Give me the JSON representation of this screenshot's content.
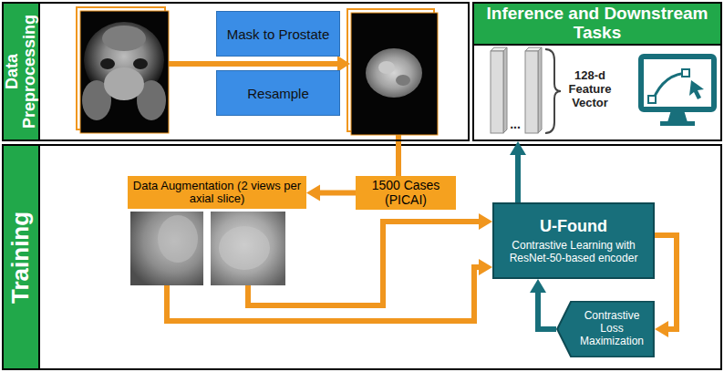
{
  "diagram": {
    "nodes": [
      {
        "text": [
          "Data Preprocessing"
        ]
      },
      {
        "text": [
          "Mask to Prostate"
        ],
        "in": 0
      },
      {
        "text": [
          "Resample"
        ],
        "in": 0
      },
      {
        "text": [
          "Inference and Downstream Tasks"
        ]
      },
      {
        "text": [
          "Training"
        ]
      },
      {
        "text": [
          "1500 Cases (PICAI)"
        ],
        "in": 4
      },
      {
        "text": [
          "Data Augmentation (2 views per axial slice)"
        ],
        "in": 4
      },
      {
        "text": [
          "U-Found",
          "Contrastive Learning with ResNet-50-based encoder"
        ],
        "in": 4
      },
      {
        "text": [
          "Contrastive Loss Maximization"
        ],
        "in": 4
      }
    ],
    "edges": [
      {
        "from": 0,
        "to": 5,
        "arrow": "none"
      },
      {
        "from": 5,
        "to": 6,
        "arrow": "to"
      },
      {
        "from": 7,
        "to": 3,
        "arrow": "to"
      },
      {
        "from": 7,
        "to": 8,
        "arrow": "to"
      },
      {
        "from": 8,
        "to": 7,
        "arrow": "to"
      }
    ],
    "labels": [
      "...",
      "128-d Feature Vector"
    ]
  }
}
